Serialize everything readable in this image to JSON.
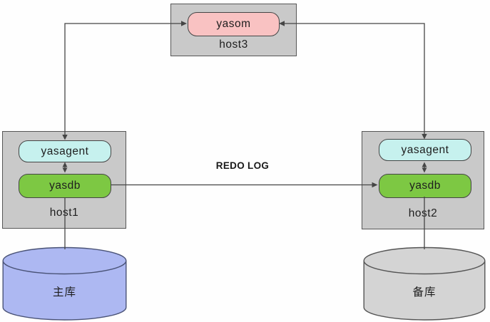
{
  "nodes": {
    "host3": {
      "label": "host3",
      "yasom_label": "yasom"
    },
    "host1": {
      "label": "host1",
      "yasagent_label": "yasagent",
      "yasdb_label": "yasdb"
    },
    "host2": {
      "label": "host2",
      "yasagent_label": "yasagent",
      "yasdb_label": "yasdb"
    }
  },
  "databases": {
    "primary": {
      "label": "主库"
    },
    "standby": {
      "label": "备库"
    }
  },
  "edges": {
    "redo_log": {
      "label": "REDO LOG",
      "from": "host1.yasdb",
      "to": "host2.yasdb",
      "direction": "one-way"
    },
    "host1_yasom": {
      "from": "host1.yasagent",
      "to": "host3.yasom",
      "direction": "two-way"
    },
    "host2_yasom": {
      "from": "host2.yasagent",
      "to": "host3.yasom",
      "direction": "two-way"
    },
    "host1_internal": {
      "from": "host1.yasagent",
      "to": "host1.yasdb",
      "direction": "two-way"
    },
    "host2_internal": {
      "from": "host2.yasagent",
      "to": "host2.yasdb",
      "direction": "two-way"
    },
    "host1_storage": {
      "from": "host1.yasdb",
      "to": "primary",
      "direction": "plain"
    },
    "host2_storage": {
      "from": "host2.yasdb",
      "to": "standby",
      "direction": "plain"
    }
  },
  "colors": {
    "background": "#fefefe",
    "host_box_fill": "#c9c9c9",
    "host_box_border": "#565656",
    "yasom_fill": "#f9c2c2",
    "yasagent_fill": "#c6f1ee",
    "yasdb_fill": "#7dc843",
    "pill_border": "#454545",
    "primary_db_fill": "#adb8f2",
    "primary_db_border": "#4a5377",
    "standby_db_fill": "#d4d4d4",
    "standby_db_border": "#555555",
    "line_color": "#454545",
    "text_color": "#1e1e1e"
  }
}
